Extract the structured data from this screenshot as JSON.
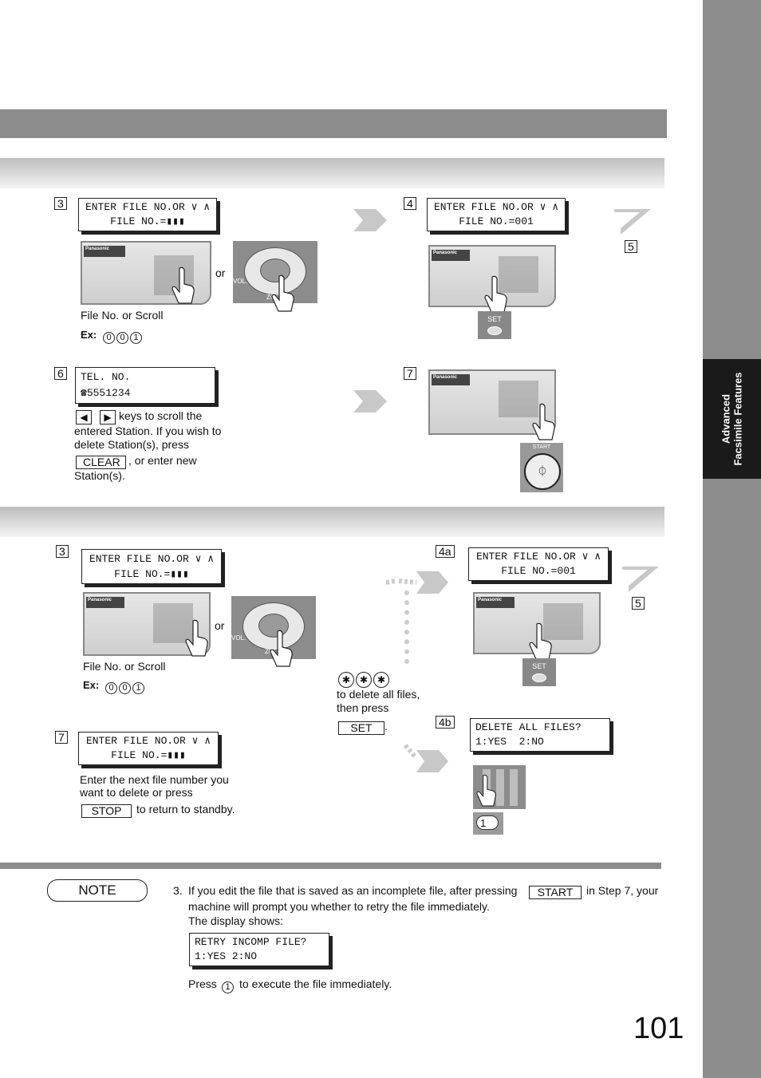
{
  "sidebar": {
    "line1": "Advanced",
    "line2": "Facsimile Features"
  },
  "page_number": "101",
  "device": {
    "brand": "Panasonic",
    "vol": "VOL.",
    "zoom": "ZOOM",
    "set": "SET",
    "start": "START"
  },
  "section1": {
    "step3": {
      "num": "3",
      "lcd": [
        "ENTER FILE NO.OR ∨ ∧",
        "FILE NO.=▮▮▮"
      ],
      "or": "or",
      "caption": "File No. or Scroll",
      "ex_label": "Ex:",
      "ex_digits": [
        "0",
        "0",
        "1"
      ]
    },
    "step4": {
      "num": "4",
      "lcd": [
        "ENTER FILE NO.OR ∨ ∧",
        "FILE NO.=001"
      ]
    },
    "step5": {
      "num": "5"
    },
    "step6": {
      "num": "6",
      "lcd": [
        "TEL. NO.",
        "☎5551234"
      ],
      "text1": "keys to scroll the",
      "text2": "entered Station. If you wish to",
      "text3": "delete Station(s), press",
      "clear_key": "CLEAR",
      "text4": ", or enter new",
      "text5": "Station(s)."
    },
    "step7": {
      "num": "7"
    }
  },
  "section2": {
    "step3": {
      "num": "3",
      "lcd": [
        "ENTER FILE NO.OR ∨ ∧",
        "FILE NO.=▮▮▮"
      ],
      "or": "or",
      "caption": "File No. or Scroll",
      "ex_label": "Ex:",
      "ex_digits": [
        "0",
        "0",
        "1"
      ]
    },
    "step4a": {
      "num": "4a",
      "lcd": [
        "ENTER FILE NO.OR ∨ ∧",
        "FILE NO.=001"
      ]
    },
    "step5": {
      "num": "5"
    },
    "delete_all": {
      "text1": "to delete all files,",
      "text2": "then press",
      "set_key": "SET",
      "period": "."
    },
    "step4b": {
      "num": "4b",
      "lcd": [
        "DELETE ALL FILES?",
        "1:YES  2:NO"
      ],
      "key": "1"
    },
    "step7": {
      "num": "7",
      "lcd": [
        "ENTER FILE NO.OR ∨ ∧",
        "FILE NO.=▮▮▮"
      ],
      "text1": "Enter the next file number you",
      "text2": "want to delete or press",
      "stop_key": "STOP",
      "text3": "to return to standby."
    }
  },
  "note": {
    "label": "NOTE",
    "item_num": "3.",
    "line1a": "If you edit the file that is saved as an incomplete file, after pressing",
    "start_key": "START",
    "line1b": "in Step 7, your",
    "line2": "machine will prompt you whether to retry the file immediately.",
    "line3": "The display shows:",
    "lcd": [
      "RETRY INCOMP FILE?",
      "1:YES 2:NO"
    ],
    "press_a": "Press",
    "press_key": "1",
    "press_b": "to execute the file immediately."
  }
}
